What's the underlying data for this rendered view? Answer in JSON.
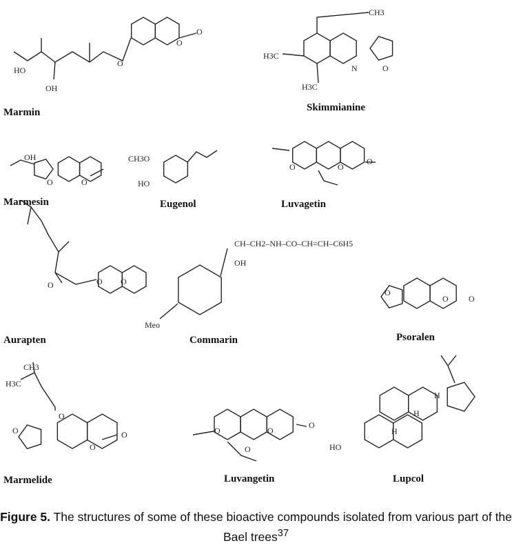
{
  "compounds": {
    "marmin": "Marmin",
    "skimmianine": "Skimmianine",
    "marmesin": "Marmesin",
    "eugenol": "Eugenol",
    "luvagetin": "Luvagetin",
    "aurapten": "Aurapten",
    "commarin": "Commarin",
    "psoralen": "Psoralen",
    "marmelide": "Marmelide",
    "luvangetin": "Luvangetin",
    "lupcol": "Lupcol"
  },
  "atoms": {
    "ho": "HO",
    "oh": "OH",
    "o": "O",
    "n": "N",
    "h3c": "H3C",
    "ch3": "CH3",
    "ch3o": "CH3O",
    "meo": "Meo",
    "h": "H",
    "commarin_chain": "CH–CH2–NH–CO–CH=CH–C6H5"
  },
  "caption": {
    "label": "Figure 5.",
    "text": " The structures of some of these bioactive compounds isolated from various part of the Bael trees",
    "ref": "37"
  }
}
